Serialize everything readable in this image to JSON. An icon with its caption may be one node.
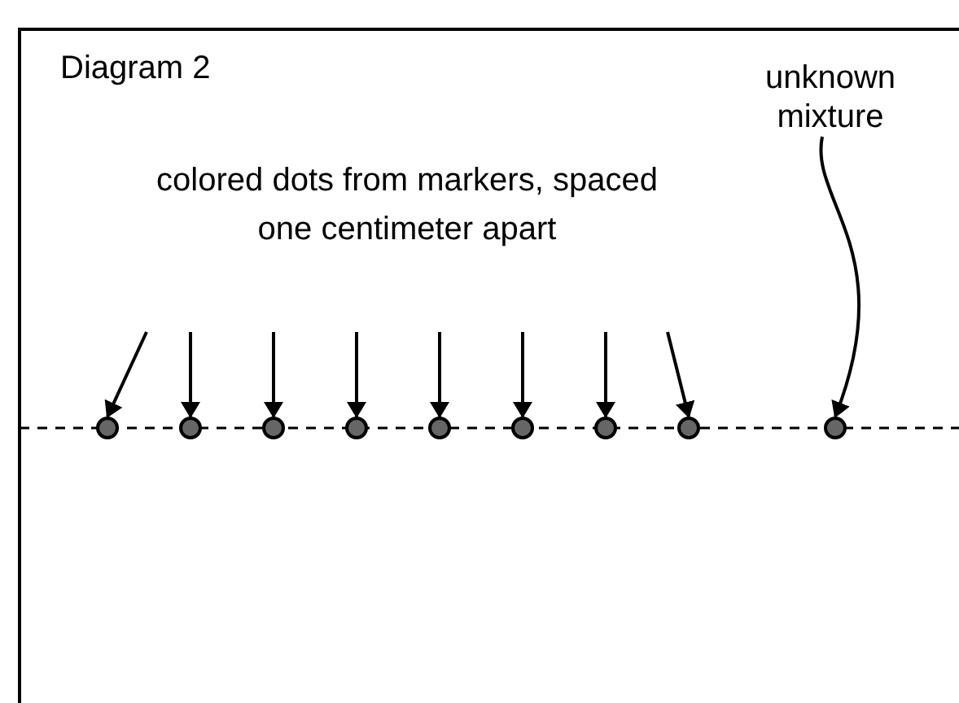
{
  "diagram": {
    "nodes": [
      {
        "text": [
          "unknown mixture"
        ]
      },
      {
        "text": [
          "colored dots from markers, spaced one centimeter apart"
        ]
      },
      {
        "text": [],
        "shape": "circle"
      },
      {
        "text": [],
        "shape": "circle"
      },
      {
        "text": [],
        "shape": "circle"
      },
      {
        "text": [],
        "shape": "circle"
      },
      {
        "text": [],
        "shape": "circle"
      },
      {
        "text": [],
        "shape": "circle"
      },
      {
        "text": [],
        "shape": "circle"
      },
      {
        "text": [],
        "shape": "circle"
      },
      {
        "text": [],
        "shape": "circle"
      }
    ],
    "edges": [
      {
        "from": 1,
        "to": 2,
        "arrow": "to"
      },
      {
        "from": 1,
        "to": 3,
        "arrow": "to"
      },
      {
        "from": 1,
        "to": 4,
        "arrow": "to"
      },
      {
        "from": 1,
        "to": 5,
        "arrow": "to"
      },
      {
        "from": 1,
        "to": 6,
        "arrow": "to"
      },
      {
        "from": 1,
        "to": 7,
        "arrow": "to"
      },
      {
        "from": 1,
        "to": 8,
        "arrow": "to"
      },
      {
        "from": 1,
        "to": 9,
        "arrow": "to"
      },
      {
        "from": 0,
        "to": 10,
        "arrow": "to"
      }
    ],
    "labels": [
      "Diagram 2"
    ]
  }
}
